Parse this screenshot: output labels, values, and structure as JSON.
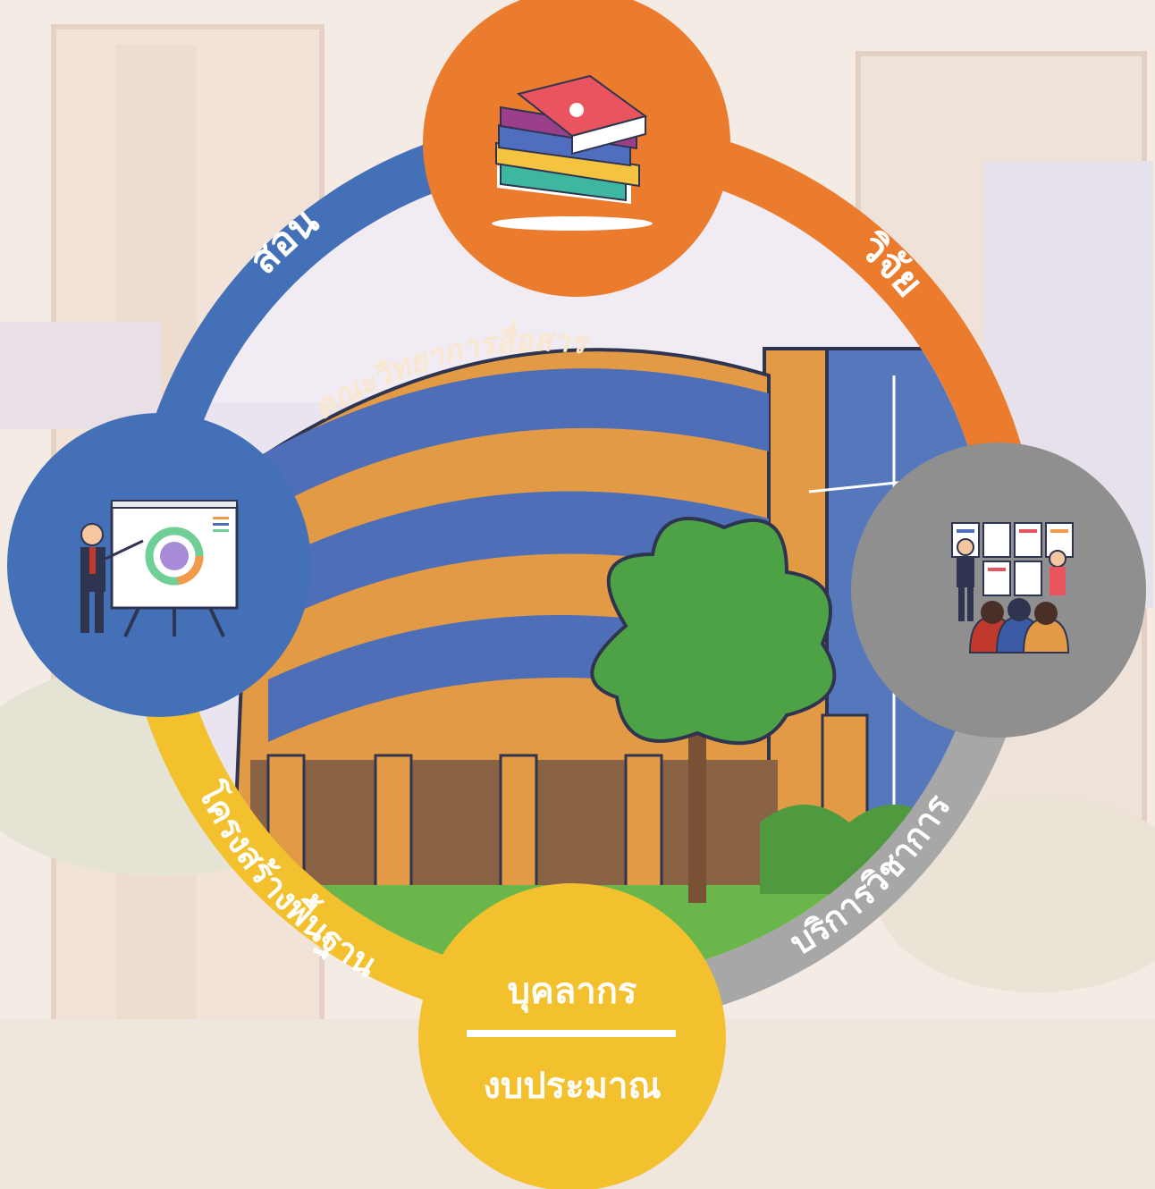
{
  "building_sign": "คณะวิทยาการสื่อสาร",
  "segments": [
    {
      "label": "สอน",
      "color": "#4470b8"
    },
    {
      "label": "วิจัย",
      "color": "#eb7b2d"
    },
    {
      "label": "บริการวิชาการ",
      "color": "#a7a7a7"
    },
    {
      "label": "โครงสร้างพื้นฐาน",
      "color": "#f3c12d"
    }
  ],
  "hubs": {
    "top": {
      "icon": "books-stack-icon",
      "color": "#eb7b2d"
    },
    "left": {
      "icon": "presentation-board-icon",
      "color": "#4470b8"
    },
    "right": {
      "icon": "academic-service-audience-icon",
      "color": "#8f8f8f"
    },
    "bottom": {
      "color": "#f3c12d",
      "line1": "บุคลากร",
      "line2": "งบประมาณ"
    }
  }
}
